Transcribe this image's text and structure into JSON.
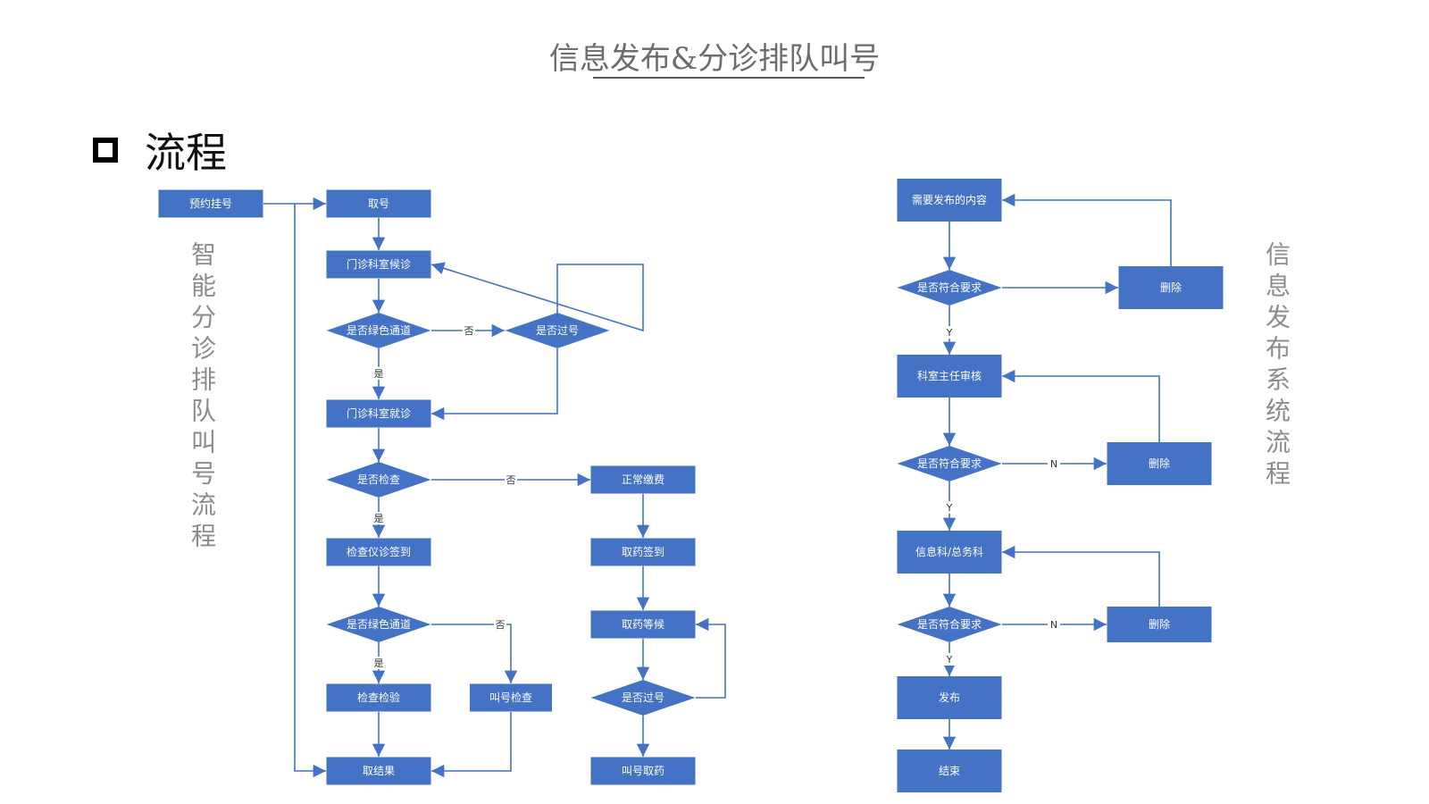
{
  "header": {
    "title": "信息发布&分诊排队叫号"
  },
  "section": {
    "label": "流程"
  },
  "side_labels": {
    "left": "智能分诊排队叫号流程",
    "right": "信息发布系统流程"
  },
  "colors": {
    "node_fill": "#4472C4",
    "edge": "#4472C4"
  },
  "nodes": {
    "appointment": "预约挂号",
    "take_number": "取号",
    "clinic_wait": "门诊科室候诊",
    "green_channel_1": "是否绿色通道",
    "passed_number_1": "是否过号",
    "clinic_visit": "门诊科室就诊",
    "needs_exam": "是否检查",
    "normal_payment": "正常缴费",
    "exam_checkin": "检查仪诊签到",
    "pharmacy_checkin": "取药签到",
    "green_channel_2": "是否绿色通道",
    "pharmacy_wait": "取药等候",
    "exam_test": "检查检验",
    "call_exam": "叫号检查",
    "passed_number_2": "是否过号",
    "get_results": "取结果",
    "call_pharmacy": "叫号取药",
    "content_to_publish": "需要发布的内容",
    "check_1": "是否符合要求",
    "delete_1": "删除",
    "dept_review": "科室主任审核",
    "check_2": "是否符合要求",
    "delete_2": "删除",
    "info_dept": "信息科/总务科",
    "check_3": "是否符合要求",
    "delete_3": "删除",
    "publish": "发布",
    "end": "结束"
  },
  "edge_labels": {
    "yes": "是",
    "no": "否",
    "y": "Y",
    "n": "N"
  }
}
